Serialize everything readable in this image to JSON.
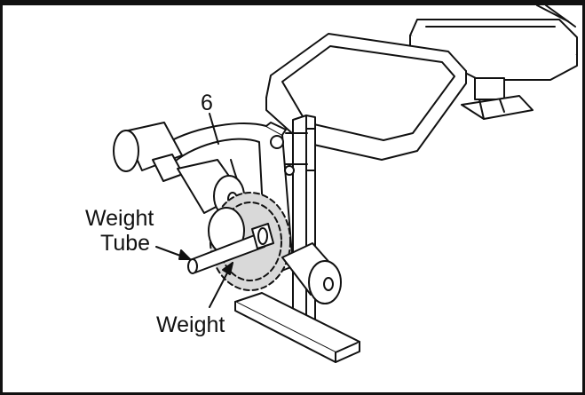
{
  "labels": {
    "part_number": "6",
    "weight_tube_line1": "Weight",
    "weight_tube_line2": "Tube",
    "weight": "Weight"
  },
  "colors": {
    "line": "#111111",
    "plate_fill": "#d9d9d9",
    "background": "#ffffff"
  }
}
